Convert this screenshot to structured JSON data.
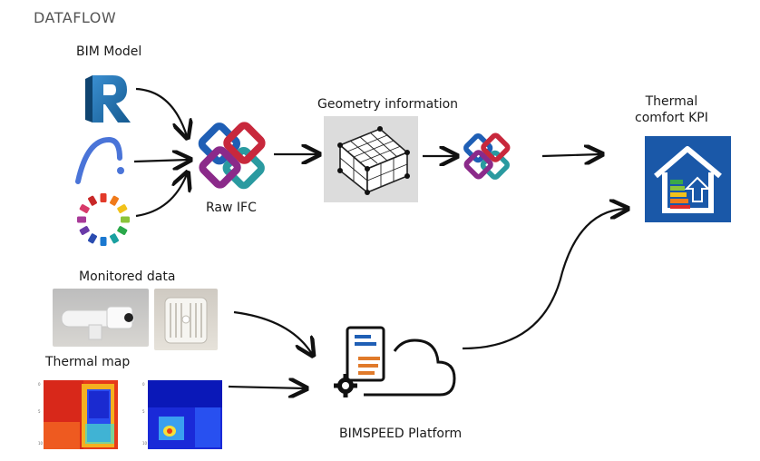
{
  "title": "DATAFLOW",
  "labels": {
    "bim_model": "BIM Model",
    "geometry": "Geometry information",
    "raw_ifc": "Raw IFC",
    "kpi_line1": "Thermal",
    "kpi_line2": "comfort KPI",
    "monitored": "Monitored data",
    "thermal_map": "Thermal map",
    "platform": "BIMSPEED Platform"
  },
  "icons": {
    "bim_tools": [
      "revit-logo-icon",
      "archicad-logo-icon",
      "color-wheel-logo-icon"
    ],
    "ifc": "ifc-logo-icon",
    "geometry": "building-mesh-icon",
    "kpi": "energy-house-icon",
    "sensors": [
      "wall-sensor-photo",
      "box-sensor-photo"
    ],
    "platform": "cloud-document-gear-icon"
  },
  "colors": {
    "ifc_blue": "#1f5fb5",
    "ifc_red": "#c8283c",
    "ifc_purple": "#8b2a8a",
    "ifc_teal": "#2a9aa0",
    "revit_blue": "#1a6aa8",
    "kpi_bg": "#1a58a8",
    "arrow": "#111111"
  }
}
